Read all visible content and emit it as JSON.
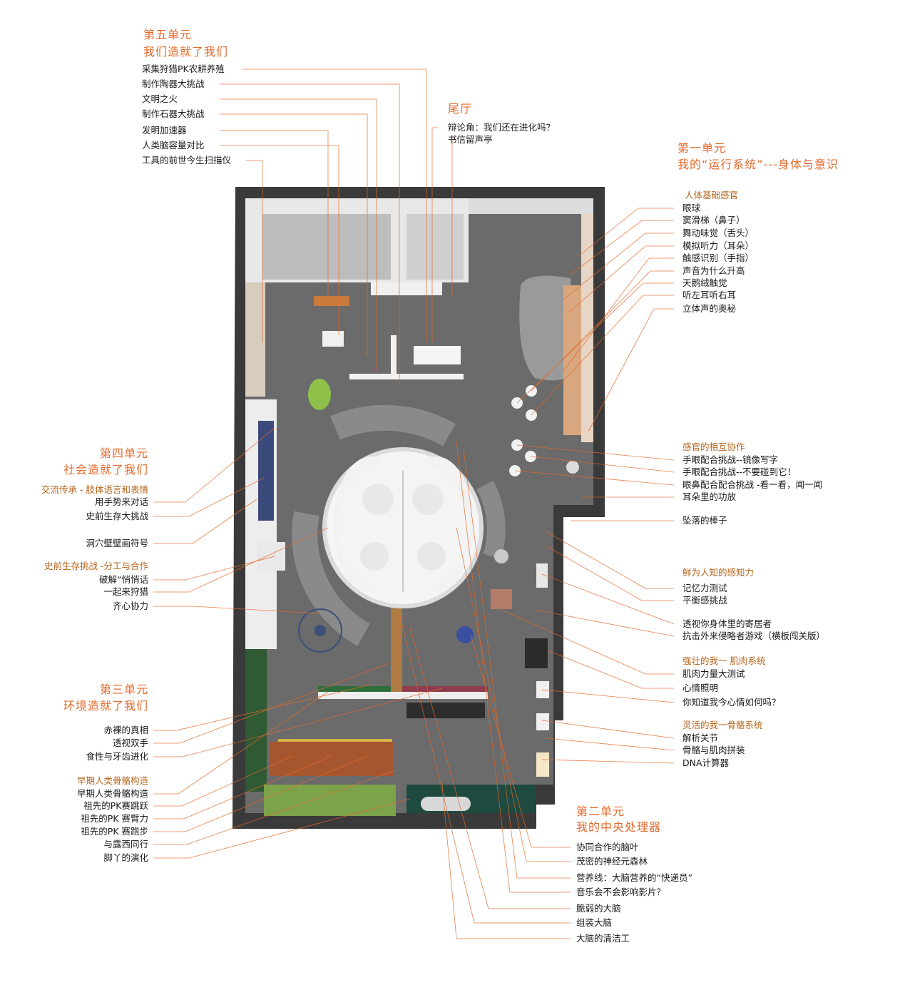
{
  "colors": {
    "accent": "#e26a2c",
    "sub_accent": "#b5651d",
    "floor": "#6b6b6b",
    "wall": "#3a3a3a",
    "brain": "#f2f2f2"
  },
  "unit5": {
    "title_line1": "第五单元",
    "title_line2": "我们造就了我们",
    "items": [
      "采集狩猎PK农耕养殖",
      "制作陶器大挑战",
      "文明之火",
      "制作石器大挑战",
      "发明加速器",
      "人类脑容量对比",
      "工具的前世今生扫描仪"
    ]
  },
  "tail_hall": {
    "title": "尾厅",
    "items": [
      "辩论角：我们还在进化吗？",
      "书信留声亭"
    ]
  },
  "unit1": {
    "title_line1": "第一单元",
    "title_line2": "我的“运行系统”---身体与意识",
    "groups": [
      {
        "heading": "人体基础感官",
        "items": [
          "眼球",
          "窦滑梯（鼻子）",
          "舞动味觉（舌头）",
          "模拟听力（耳朵）",
          "触感识别（手指）",
          "声音为什么升高",
          "天鹅绒触觉",
          "听左耳听右耳",
          "立体声的奥秘"
        ]
      },
      {
        "heading": "感官的相互协作",
        "items": [
          "手眼配合挑战--镜像写字",
          "手眼配合挑战--不要碰到它！",
          "眼鼻配合配合挑战 -看一看，闻一闻",
          "耳朵里的功放",
          "坠落的棒子"
        ]
      },
      {
        "heading": "鲜为人知的感知力",
        "items": [
          "记忆力测试",
          "平衡感挑战",
          "透视你身体里的寄居者",
          "抗击外来侵略者游戏（横板闯关版）"
        ]
      },
      {
        "heading": "强壮的我一 肌肉系统",
        "items": [
          "肌肉力量大测试",
          "心情照明",
          "你知道我今心情如何吗？"
        ]
      },
      {
        "heading": "灵活的我一骨骼系统",
        "items": [
          "解析关节",
          "骨骼与肌肉拼装",
          "DNA计算器"
        ]
      }
    ]
  },
  "unit2": {
    "title_line1": "第二单元",
    "title_line2": "我的中央处理器",
    "items": [
      "协同合作的脑叶",
      "茂密的神经元森林",
      "营养线：大脑营养的“快递员”",
      "音乐会不会影响影片？",
      "脆弱的大脑",
      "组装大脑",
      "大脑的清洁工"
    ]
  },
  "unit4": {
    "title_line1": "第四单元",
    "title_line2": "社会造就了我们",
    "group1_heading": "交流传承 - 肢体语言和表情",
    "group1_items": [
      "用手势来对话",
      "史前生存大挑战"
    ],
    "single_item": "洞穴壁壁画符号",
    "group2_heading": "史前生存挑战 -分工与合作",
    "group2_items": [
      "破解“悄悄话",
      "一起来狩猎",
      "齐心协力"
    ]
  },
  "unit3": {
    "title_line1": "第三单元",
    "title_line2": "环境造就了我们",
    "items": [
      "赤裸的真相",
      "透视双手",
      "食性与牙齿进化"
    ],
    "group_heading": "早期人类骨骼构造",
    "group_items": [
      "早期人类骨骼构造",
      "祖先的PK赛跳跃",
      "祖先的PK 赛臂力",
      "祖先的PK 赛跑步",
      "与露西同行",
      "脚丫的演化"
    ]
  }
}
